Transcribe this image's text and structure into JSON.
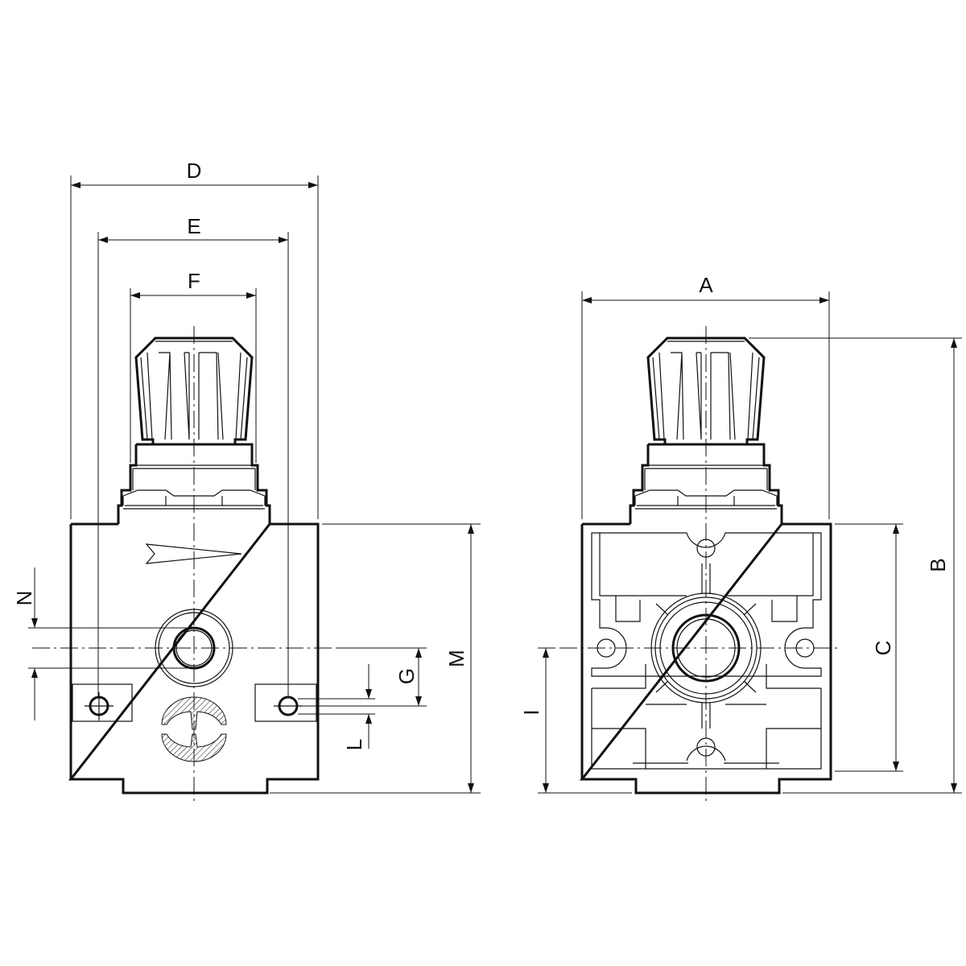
{
  "drawing": {
    "title": "Pressure regulator dimension drawing",
    "colors": {
      "line": "#111111",
      "background": "#ffffff"
    },
    "side_view": {
      "dimensions": {
        "D": "D",
        "E": "E",
        "F": "F",
        "M": "M",
        "N": "N",
        "G": "G",
        "L": "L"
      }
    },
    "front_view": {
      "dimensions": {
        "A": "A",
        "B": "B",
        "C": "C",
        "I": "I"
      }
    }
  }
}
